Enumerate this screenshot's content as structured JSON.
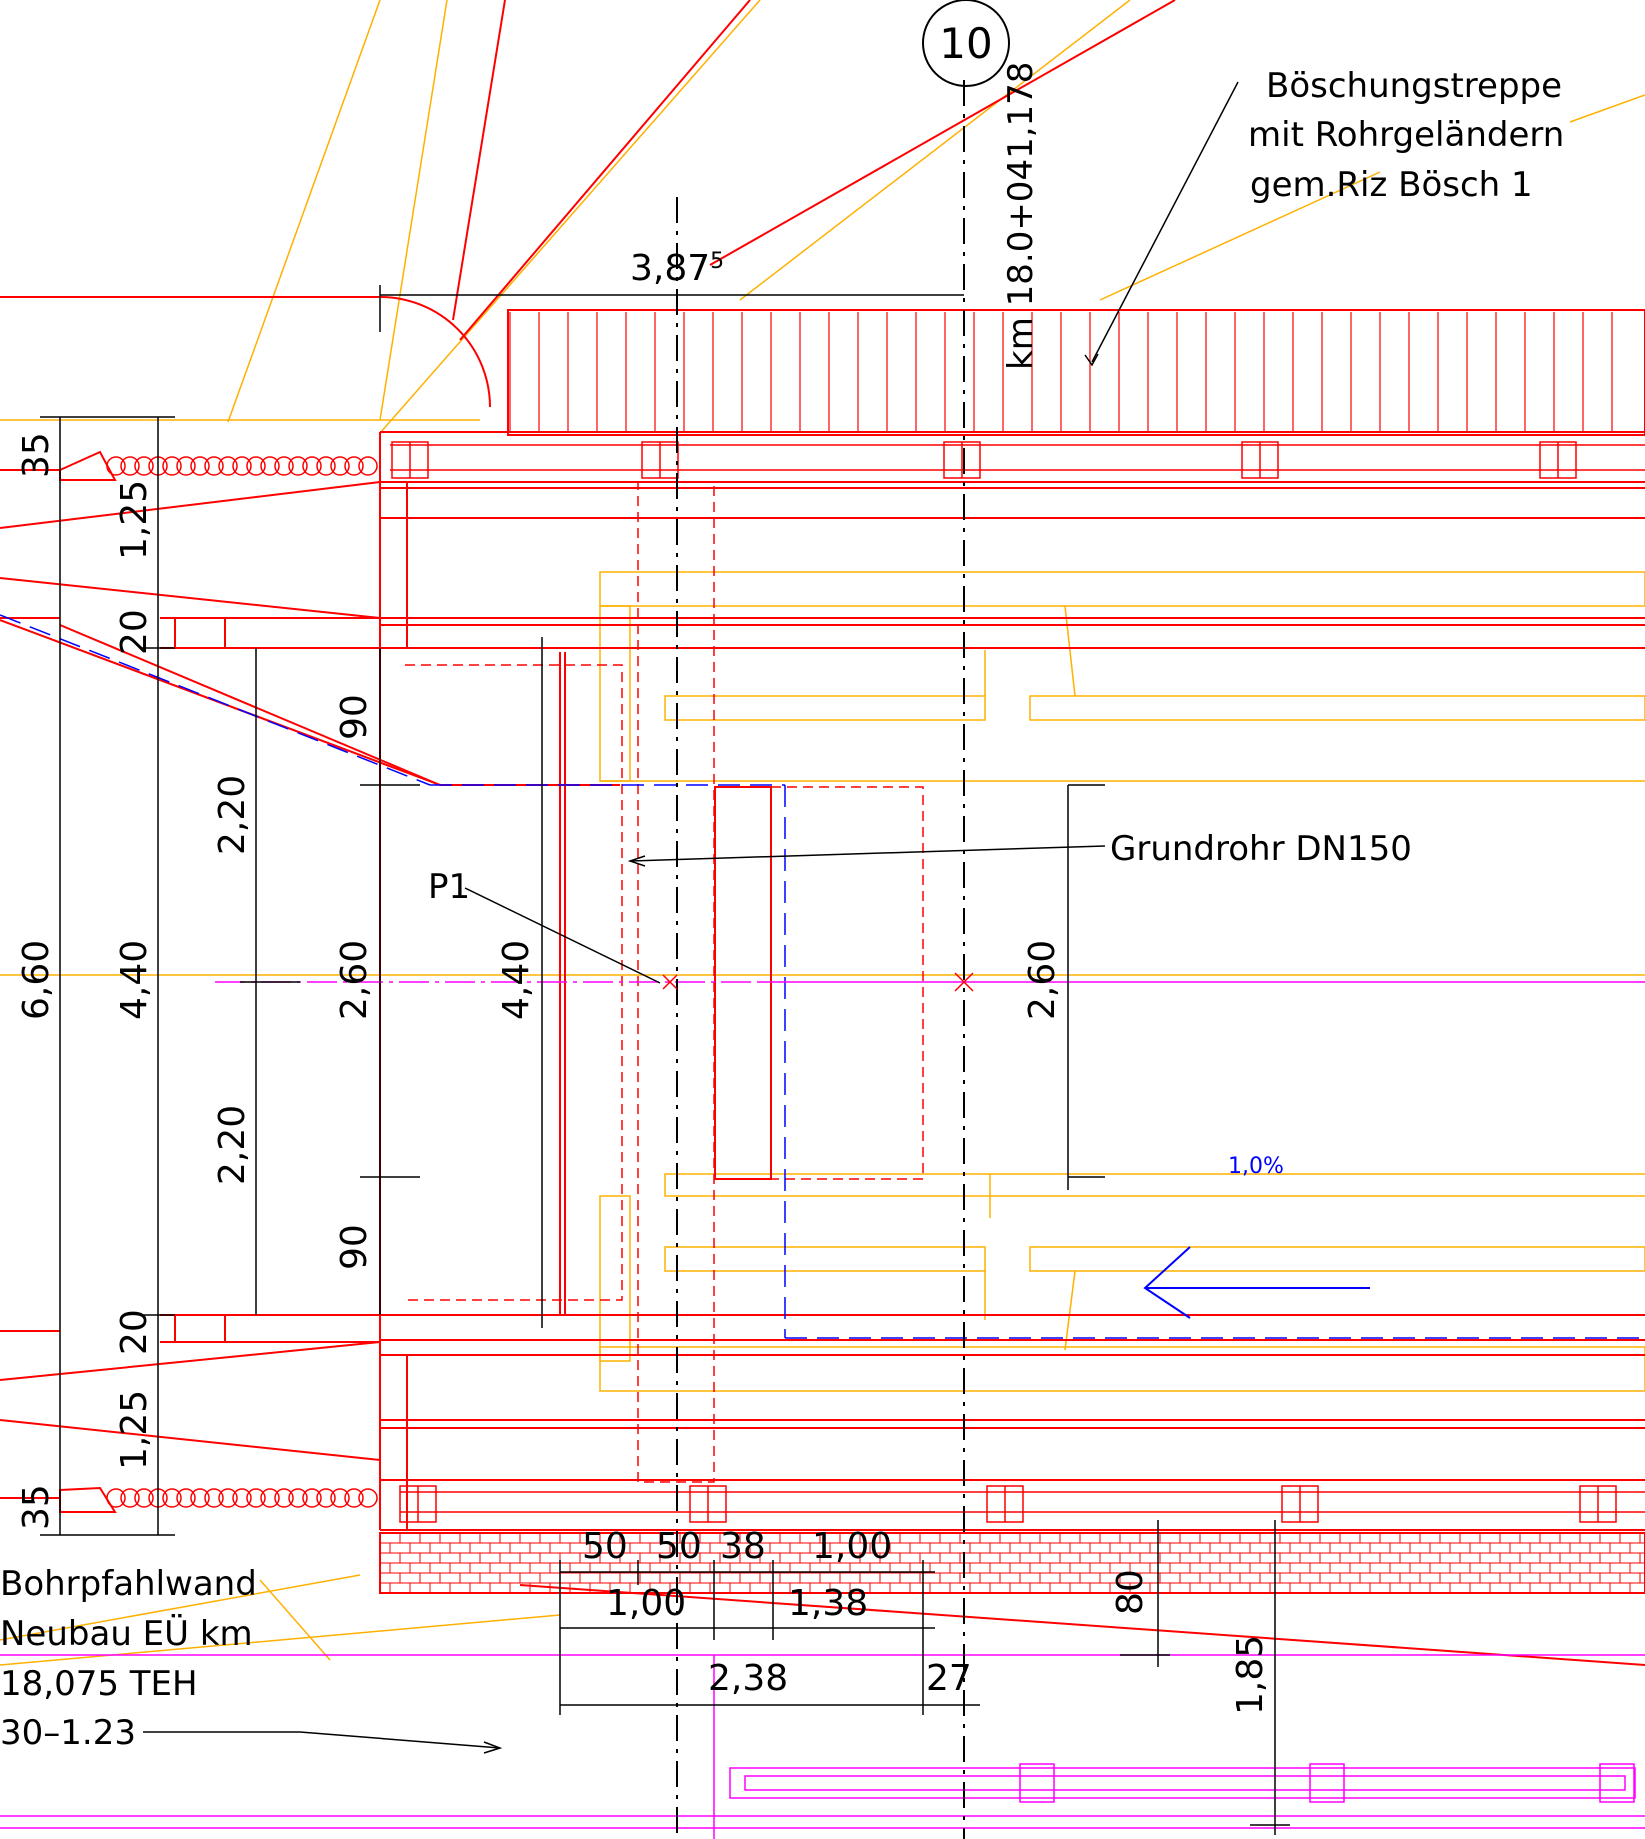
{
  "colors": {
    "red": "#ff0000",
    "orange": "#ffb000",
    "blue": "#0000ff",
    "magenta": "#ff00ff",
    "black": "#000000"
  },
  "axis_marker": {
    "label": "10"
  },
  "station": "km 18.0+041,178",
  "notes": {
    "stair_line1": "Böschungstreppe",
    "stair_line2": "mit Rohrgeländern",
    "stair_line3": "gem.Riz Bösch 1",
    "pipe": "Grundrohr DN150",
    "point": "P1",
    "slope": "1,0%",
    "wall_line1": "Bohrpfahlwand",
    "wall_line2": "Neubau EÜ km",
    "wall_line3": "18,075 TEH",
    "wall_line4": "30–1.23"
  },
  "dims": {
    "top_offset_main": "3,87",
    "top_offset_sup": "5",
    "left": {
      "d35_top": "35",
      "d125_top": "1,25",
      "d20_top": "20",
      "d90_top": "90",
      "d220_top": "2,20",
      "d660": "6,60",
      "d440_outer": "4,40",
      "d260": "2,60",
      "d440_inner": "4,40",
      "d220_bot": "2,20",
      "d90_bot": "90",
      "d20_bot": "20",
      "d125_bot": "1,25",
      "d35_bot": "35"
    },
    "right_260": "2,60",
    "bottom": {
      "d50a": "50",
      "d50b": "50",
      "d38": "38",
      "d100a": "1,00",
      "d100b": "1,00",
      "d138": "1,38",
      "d80": "80",
      "d238": "2,38",
      "d27": "27",
      "d185": "1,85"
    }
  }
}
